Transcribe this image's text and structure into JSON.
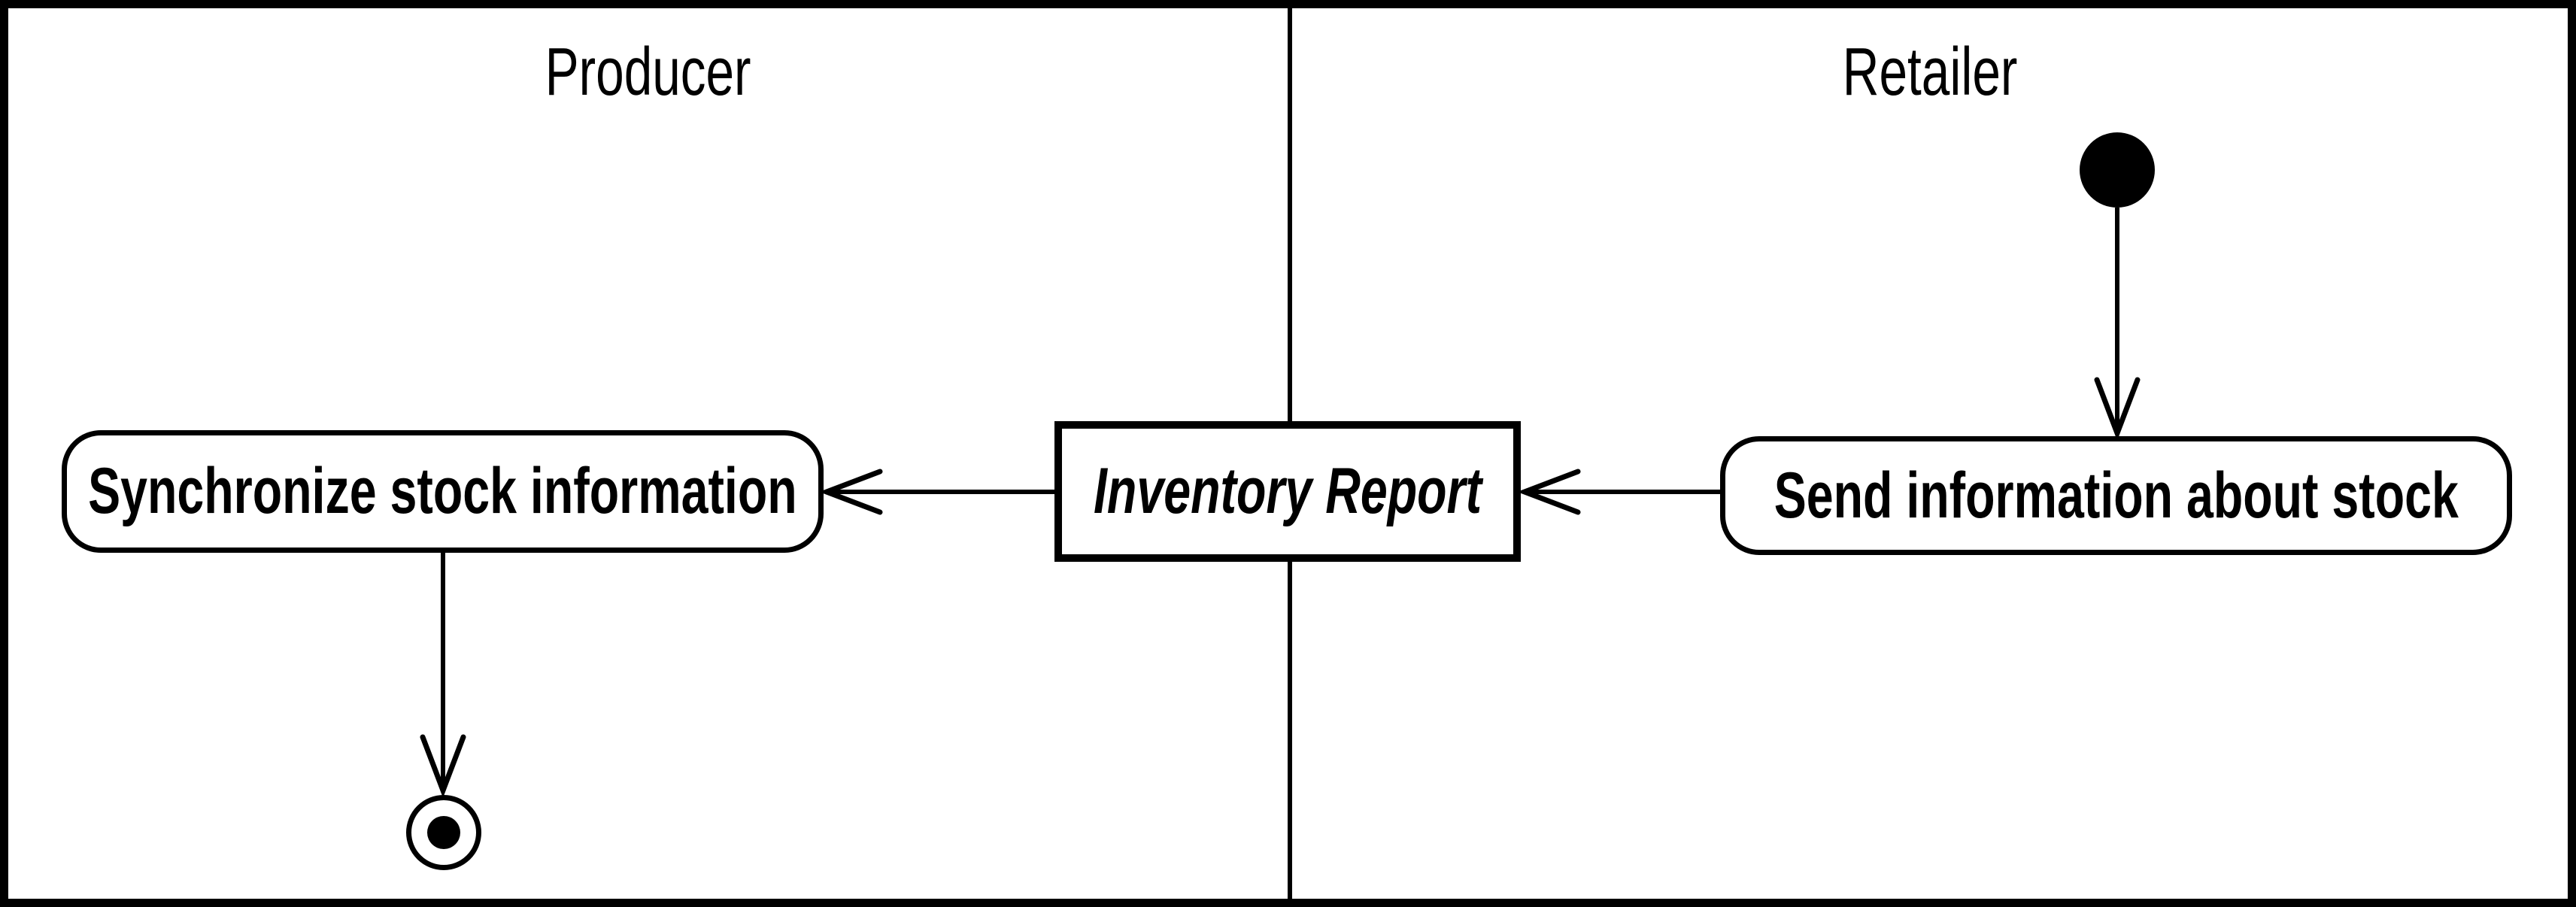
{
  "diagram": {
    "kind": "uml-activity-diagram-with-swimlanes",
    "colors": {
      "foreground": "#000000",
      "background": "#ffffff"
    },
    "lanes": [
      {
        "id": "producer",
        "label": "Producer"
      },
      {
        "id": "retailer",
        "label": "Retailer"
      }
    ],
    "nodes": {
      "initial": {
        "type": "initial-node",
        "lane": "retailer"
      },
      "send_info": {
        "type": "action",
        "label": "Send information about stock",
        "lane": "retailer"
      },
      "inventory_report": {
        "type": "object-node",
        "label": "Inventory Report",
        "lane": "between producer and retailer"
      },
      "synchronize": {
        "type": "action",
        "label": "Synchronize stock information",
        "lane": "producer"
      },
      "final": {
        "type": "activity-final-node",
        "lane": "producer"
      }
    },
    "edges": [
      {
        "from": "initial",
        "to": "send_info"
      },
      {
        "from": "send_info",
        "to": "inventory_report"
      },
      {
        "from": "inventory_report",
        "to": "synchronize"
      },
      {
        "from": "synchronize",
        "to": "final"
      }
    ]
  }
}
